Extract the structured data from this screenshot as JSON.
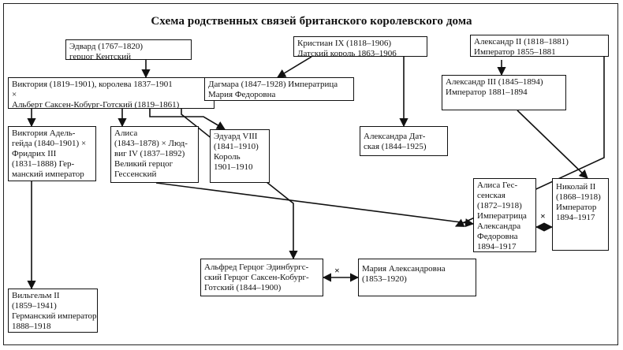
{
  "title": "Схема родственных связей британского королевского дома",
  "nodes": {
    "edward_kent": [
      "Эдвард (1767–1820)",
      "герцог Кентский"
    ],
    "christian_ix": [
      "Кристиан IX (1818–1906)",
      "Датский король 1863–1906"
    ],
    "alexander_ii": [
      "Александр II (1818–1881)",
      "Император 1855–1881"
    ],
    "victoria": [
      "Виктория (1819–1901), королева 1837–1901",
      "×",
      "Альберт Саксен-Кобург-Готский (1819–1861)"
    ],
    "dagmar": [
      "Дагмара (1847–1928) Императрица",
      "Мария Федоровна"
    ],
    "alexander_iii": [
      "Александр III (1845–1894)",
      "Император 1881–1894"
    ],
    "victoria_adelaide": [
      "Виктория Адель-",
      "гейда (1840–1901) ×",
      "Фридрих III",
      "(1831–1888) Гер-",
      "манский император"
    ],
    "alice": [
      "Алиса",
      "(1843–1878) × Люд-",
      "виг IV (1837–1892)",
      "Великий герцог",
      "Гессенский"
    ],
    "edward_vii": [
      "Эдуард VIII",
      "(1841–1910)",
      "Король",
      "1901–1910"
    ],
    "alexandra": [
      "Александра Дат-",
      "ская (1844–1925)"
    ],
    "alice_hesse": [
      "Алиса Гес-",
      "сенская",
      "(1872–1918)",
      "Императрица",
      "Александра",
      "Федоровна",
      "1894–1917"
    ],
    "nicholas_ii": [
      "Николай II",
      "(1868–1918)",
      "Император",
      "1894–1917"
    ],
    "alfred": [
      "Альфред Герцог Эдинбургс-",
      "ский Герцог Саксен-Кобург-",
      "Готский (1844–1900)"
    ],
    "maria_alexandrovna": [
      "Мария Александровна",
      "(1853–1920)"
    ],
    "wilhelm_ii": [
      "Вильгельм II",
      "(1859–1941)",
      "Германский император",
      "1888–1918"
    ]
  },
  "marriage_marks": {
    "nicholas_alice": "×",
    "alfred_maria": "×"
  },
  "colors": {
    "line": "#111111",
    "background": "#ffffff"
  }
}
